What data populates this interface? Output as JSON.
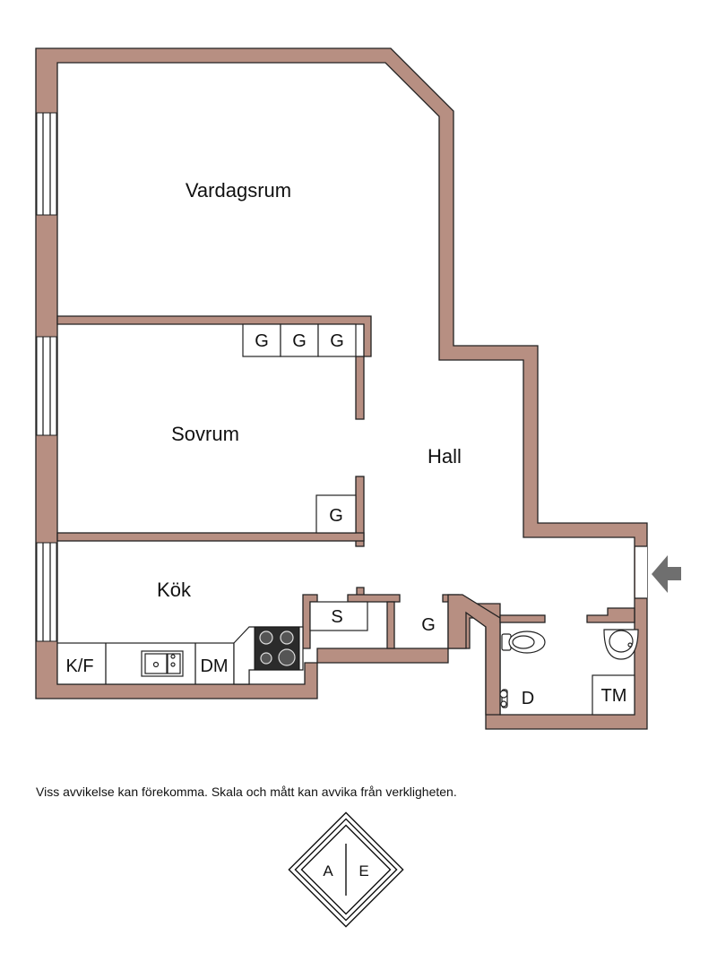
{
  "colors": {
    "wall": "#b78f82",
    "floor": "#ffffff",
    "entry_arrow": "#6f6f6f"
  },
  "rooms": {
    "living": "Vardagsrum",
    "bedroom": "Sovrum",
    "hall": "Hall",
    "kitchen": "Kök"
  },
  "fixtures": {
    "wardrobe": "G",
    "storage": "S",
    "fridge_freezer": "K/F",
    "dishwasher": "DM",
    "shower": "D",
    "washing_machine": "TM"
  },
  "footer": {
    "disclaimer": "Viss avvikelse kan förekomma. Skala och mått kan avvika från verkligheten."
  },
  "logo": {
    "left_letter": "A",
    "right_letter": "E"
  }
}
